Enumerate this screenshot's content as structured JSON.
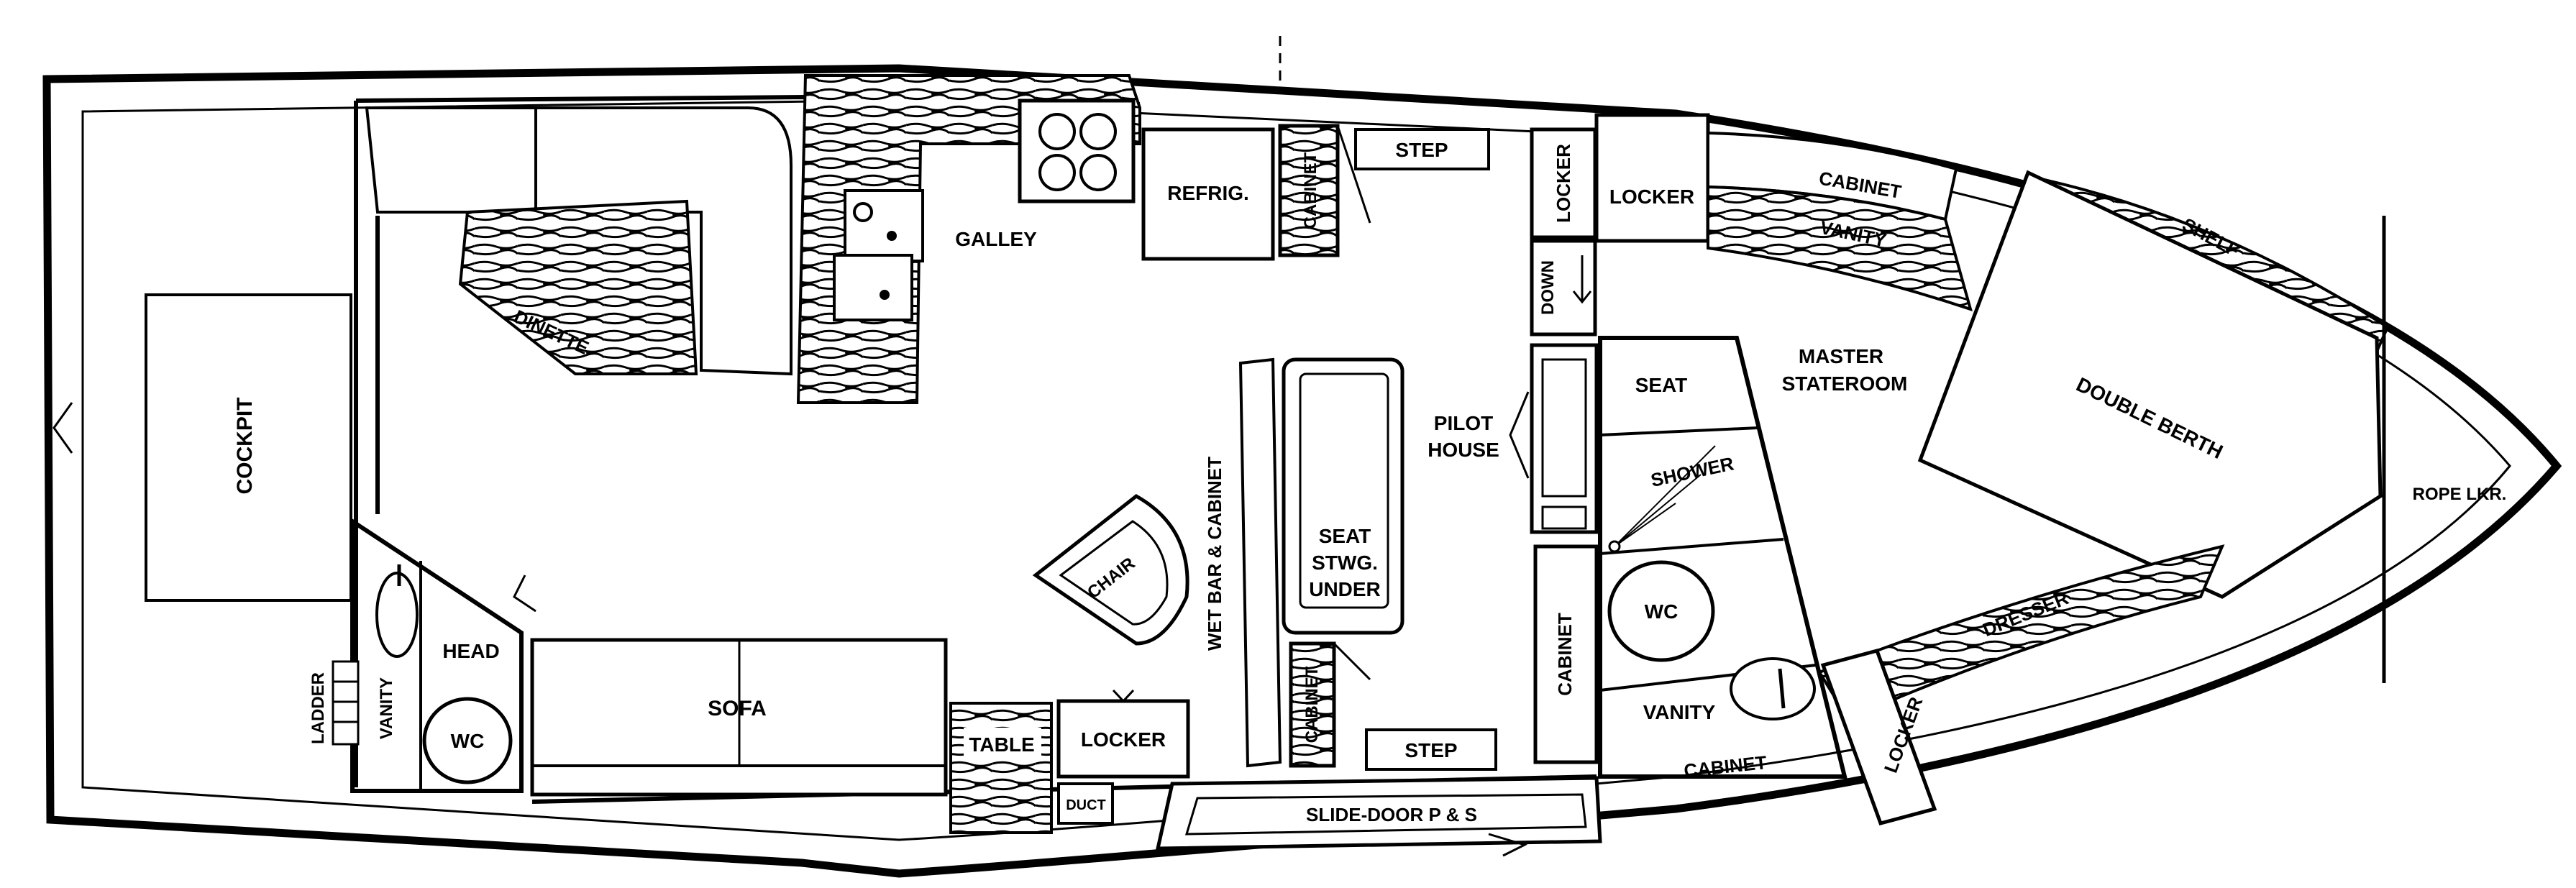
{
  "diagram": {
    "labels": {
      "cockpit": "COCKPIT",
      "dinette": "DINETTE",
      "galley": "GALLEY",
      "refrig": "REFRIG.",
      "cabinet_galley": "CABINET",
      "step_top": "STEP",
      "locker_top_vertical": "LOCKER",
      "locker_top": "LOCKER",
      "down": "DOWN",
      "cabinet_master": "CABINET",
      "vanity_master": "VANITY",
      "shelf": "SHELF",
      "master_stateroom_1": "MASTER",
      "master_stateroom_2": "STATEROOM",
      "double_berth": "DOUBLE BERTH",
      "rope_lkr": "ROPE LKR.",
      "seat_head": "SEAT",
      "shower": "SHOWER",
      "pilot_house_1": "PILOT",
      "pilot_house_2": "HOUSE",
      "wet_bar": "WET BAR & CABINET",
      "seat_stwg_1": "SEAT",
      "seat_stwg_2": "STWG.",
      "seat_stwg_3": "UNDER",
      "chair": "CHAIR",
      "cabinet_pilot": "CABINET",
      "wc_forward": "WC",
      "dresser": "DRESSER",
      "vanity_forward": "VANITY",
      "cabinet_forward": "CABINET",
      "locker_forward": "LOCKER",
      "head": "HEAD",
      "vanity_aft": "VANITY",
      "wc_aft": "WC",
      "ladder": "LADDER",
      "sofa": "SOFA",
      "table": "TABLE",
      "locker_mid": "LOCKER",
      "duct": "DUCT",
      "cabinet_mid": "CABINET",
      "step_bottom": "STEP",
      "slide_door": "SLIDE-DOOR P & S"
    }
  }
}
